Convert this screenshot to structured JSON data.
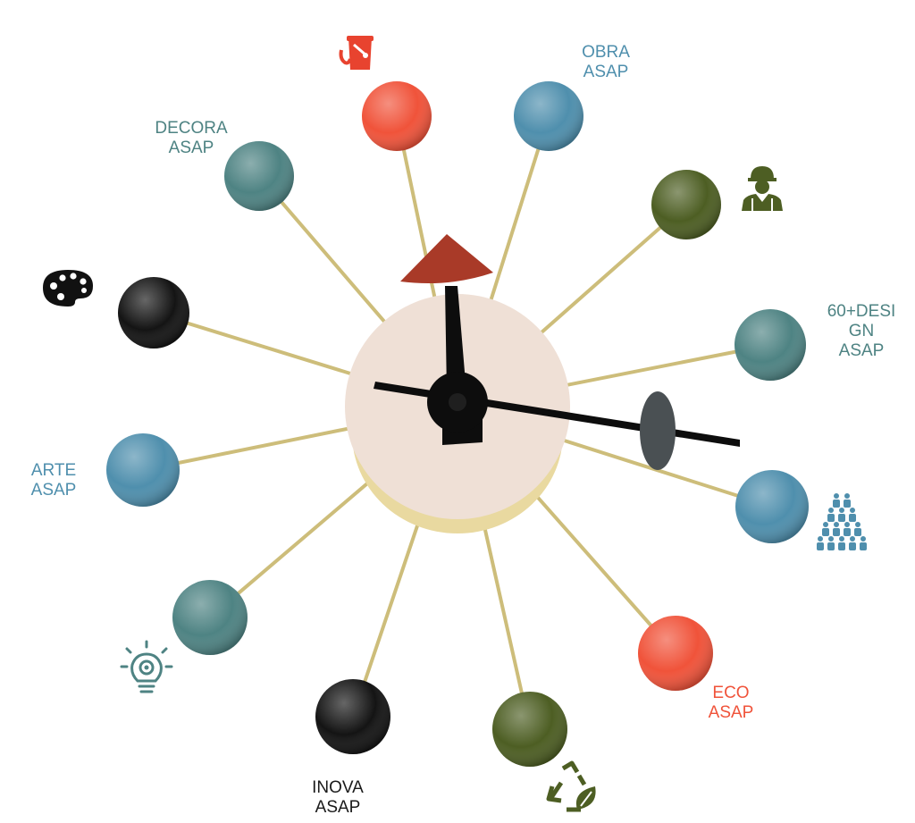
{
  "colors": {
    "teal": "#4e8383",
    "blue": "#4f8fad",
    "red": "#f0533a",
    "olive": "#4d5e23",
    "black": "#141414",
    "brass": "#cdbd7a",
    "face": "#efe0d6",
    "hand": "#0d0d0d",
    "pointer_red": "#a93a28",
    "oval_gray": "#4a5053"
  },
  "labels": {
    "decora": {
      "line1": "DECORA",
      "line2": "ASAP",
      "color": "#4e8383"
    },
    "obra": {
      "line1": "OBRA",
      "line2": "ASAP",
      "color": "#4f8fad"
    },
    "design": {
      "line1": "60+DESI",
      "line2": "GN",
      "line3": "ASAP",
      "color": "#4e8383"
    },
    "arte": {
      "line1": "ARTE",
      "line2": "ASAP",
      "color": "#4f8fad"
    },
    "eco": {
      "line1": "ECO",
      "line2": "ASAP",
      "color": "#f0533a"
    },
    "inova": {
      "line1": "INOVA",
      "line2": "ASAP",
      "color": "#1a1a1a"
    }
  },
  "icons": [
    {
      "name": "paint-bucket-icon",
      "color": "#e8432f"
    },
    {
      "name": "construction-worker-icon",
      "color": "#4d5e23"
    },
    {
      "name": "palette-icon",
      "color": "#111111"
    },
    {
      "name": "people-group-icon",
      "color": "#4f8fad"
    },
    {
      "name": "recycle-leaf-icon",
      "color": "#4d5e23"
    },
    {
      "name": "lightbulb-gear-icon",
      "color": "#4e8383"
    }
  ]
}
